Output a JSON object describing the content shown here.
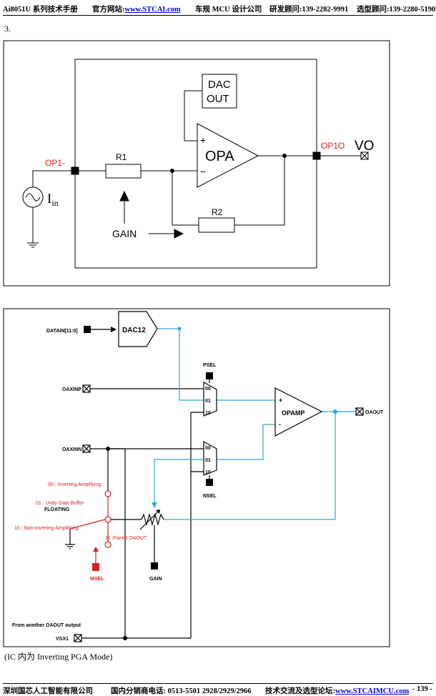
{
  "header": {
    "doc_title": "Ai8051U 系列技术手册",
    "site_label": "官方网站:",
    "site_link": "www.STCAI.com",
    "company": "车规 MCU 设计公司",
    "rd_contact": "研发顾问:139-2282-9991",
    "sel_contact": "选型顾问:139-2280-5190"
  },
  "section_number": "3.",
  "diagram1": {
    "op1_minus": "OP1-",
    "iin_main": "I",
    "iin_sub": "in",
    "r1": "R1",
    "r2": "R2",
    "gain": "GAIN",
    "dac_line1": "DAC",
    "dac_line2": "OUT",
    "plus": "+",
    "minus": "−",
    "opa": "OPA",
    "op1o": "OP1O",
    "vo": "VO"
  },
  "diagram2": {
    "datain": "DATAIN[11:0]",
    "dac12": "DAC12",
    "psel": "PSEL",
    "oaxinp": "OAXINP",
    "oaxinn": "OAXINN",
    "mux_p": [
      "00",
      "01",
      "10"
    ],
    "mux_n": [
      "00",
      "01",
      "10"
    ],
    "nsel": "NSEL",
    "opamp": "OPAMP",
    "plus": "+",
    "minus": "-",
    "oaout": "OAOUT",
    "mode00": "00 : Inverting Amplifying",
    "mode01": "01 : Unity-Gain Buffer",
    "floating": "FLOATING",
    "mode10": "10 : Non-Inverting Amplifying",
    "mode11": "11 :Paired OAOUT",
    "msel": "MSEL",
    "gain": "GAIN",
    "from_another": "From another OAOUT output",
    "vsx1": "VSX1"
  },
  "caption": "(IC 内为 Inverting PGA Mode)",
  "footer": {
    "company": "深圳国芯人工智能有限公司",
    "phone": "国内分销商电话: 0513-5501 2928/2929/2966",
    "forum_label": "技术交流及选型论坛:",
    "forum_link": "www.STCAIMCU.com",
    "page": "- 139 -"
  },
  "colors": {
    "signal_blue": "#29a9e0",
    "mode_red": "#d92020",
    "line_black": "#000000"
  }
}
